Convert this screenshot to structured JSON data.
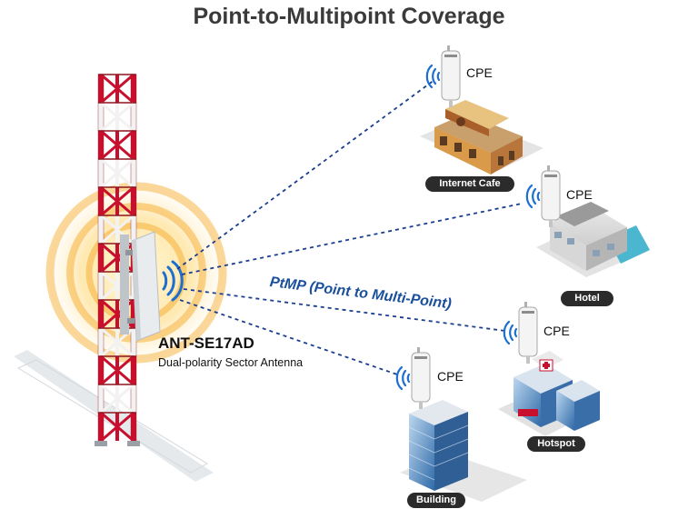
{
  "title": "Point-to-Multipoint Coverage",
  "antenna": {
    "name": "ANT-SE17AD",
    "description": "Dual-polarity Sector Antenna"
  },
  "link_label": "PtMP (Point to Multi-Point)",
  "cpe_label": "CPE",
  "sites": [
    {
      "label": "Internet Cafe"
    },
    {
      "label": "Hotel"
    },
    {
      "label": "Hotspot"
    },
    {
      "label": "Building"
    }
  ],
  "colors": {
    "tower_red": "#c8102e",
    "tower_white": "#f2f2f2",
    "link_blue": "#1a3f8f",
    "wave_blue": "#1b6fd1",
    "glow": "#f6b84a",
    "label_bg": "#2b2b2b"
  }
}
